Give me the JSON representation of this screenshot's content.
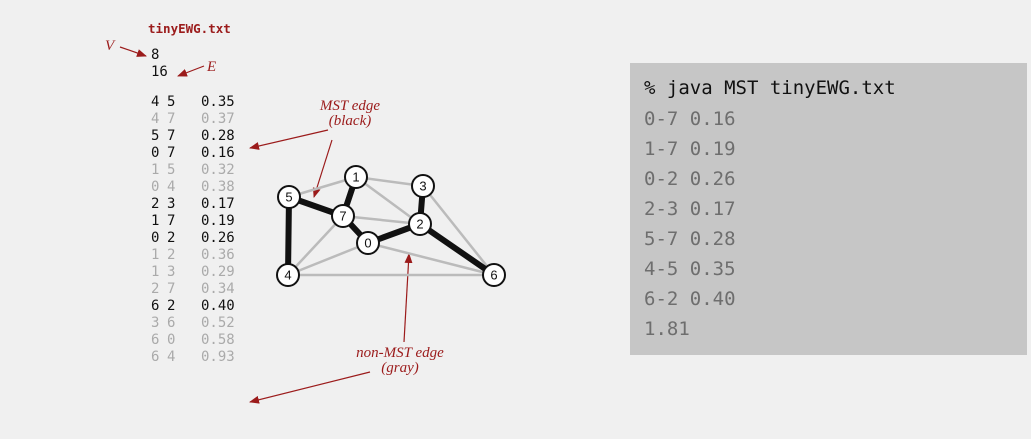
{
  "file": {
    "name": "tinyEWG.txt",
    "V": "8",
    "E": "16",
    "edges": [
      {
        "v": "4",
        "w": "5",
        "weight": "0.35",
        "mst": true
      },
      {
        "v": "4",
        "w": "7",
        "weight": "0.37",
        "mst": false
      },
      {
        "v": "5",
        "w": "7",
        "weight": "0.28",
        "mst": true
      },
      {
        "v": "0",
        "w": "7",
        "weight": "0.16",
        "mst": true
      },
      {
        "v": "1",
        "w": "5",
        "weight": "0.32",
        "mst": false
      },
      {
        "v": "0",
        "w": "4",
        "weight": "0.38",
        "mst": false
      },
      {
        "v": "2",
        "w": "3",
        "weight": "0.17",
        "mst": true
      },
      {
        "v": "1",
        "w": "7",
        "weight": "0.19",
        "mst": true
      },
      {
        "v": "0",
        "w": "2",
        "weight": "0.26",
        "mst": true
      },
      {
        "v": "1",
        "w": "2",
        "weight": "0.36",
        "mst": false
      },
      {
        "v": "1",
        "w": "3",
        "weight": "0.29",
        "mst": false
      },
      {
        "v": "2",
        "w": "7",
        "weight": "0.34",
        "mst": false
      },
      {
        "v": "6",
        "w": "2",
        "weight": "0.40",
        "mst": true
      },
      {
        "v": "3",
        "w": "6",
        "weight": "0.52",
        "mst": false
      },
      {
        "v": "6",
        "w": "0",
        "weight": "0.58",
        "mst": false
      },
      {
        "v": "6",
        "w": "4",
        "weight": "0.93",
        "mst": false
      }
    ]
  },
  "labels": {
    "V": "V",
    "E": "E",
    "mst_edge_line1": "MST edge",
    "mst_edge_line2": "(black)",
    "non_mst_edge_line1": "non-MST edge",
    "non_mst_edge_line2": "(gray)"
  },
  "graph": {
    "vertices": [
      "0",
      "1",
      "2",
      "3",
      "4",
      "5",
      "6",
      "7"
    ]
  },
  "colors": {
    "annotation": "#9b1b1b",
    "mst_edge": "#111111",
    "non_mst_edge": "#bbbbbb",
    "terminal_bg": "#c6c6c6",
    "page_bg": "#f0f0f0"
  },
  "terminal": {
    "command": "% java MST tinyEWG.txt",
    "output": [
      "0-7 0.16",
      "1-7 0.19",
      "0-2 0.26",
      "2-3 0.17",
      "5-7 0.28",
      "4-5 0.35",
      "6-2 0.40",
      "1.81"
    ]
  }
}
